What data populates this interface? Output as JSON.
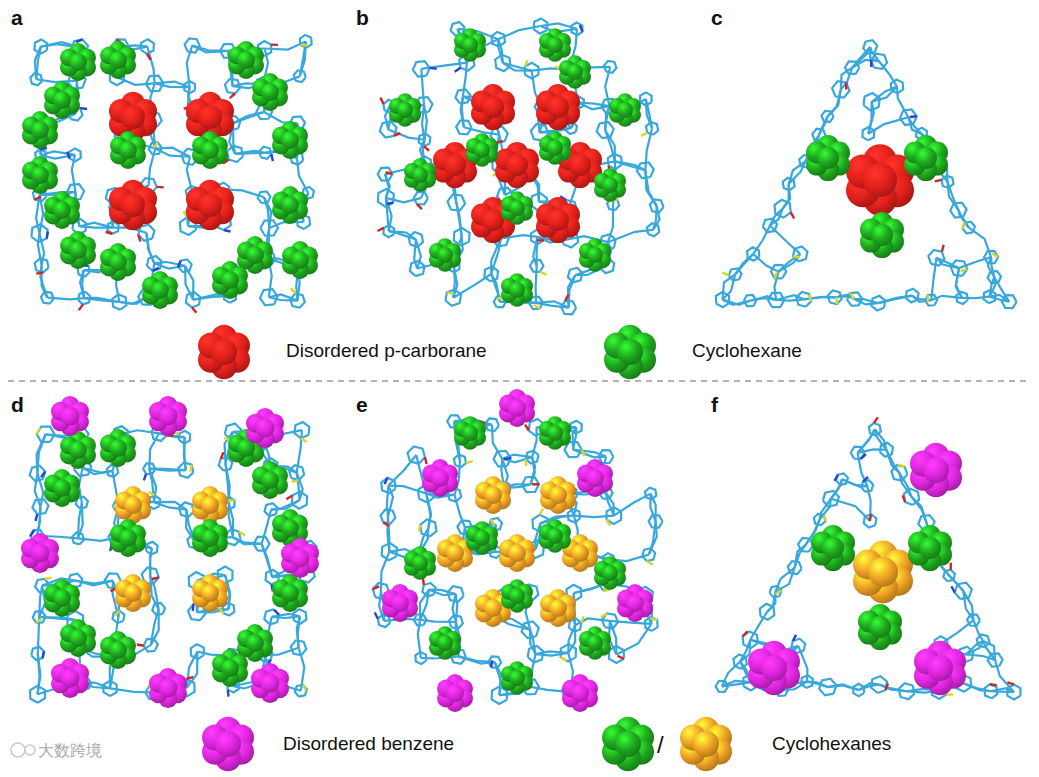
{
  "diagram": {
    "labels": [
      "a",
      "b",
      "c",
      "d",
      "e",
      "f",
      "/",
      "大数跨境"
    ],
    "legend": [
      {
        "text": "Disordered p-carborane",
        "color": "#e3201b"
      },
      {
        "text": "Cyclohexane",
        "color": "#1fa81f"
      },
      {
        "text": "Disordered benzene",
        "color": "#e026e0"
      },
      {
        "text": "Cyclohexanes",
        "color": "#1fa81f"
      }
    ]
  }
}
